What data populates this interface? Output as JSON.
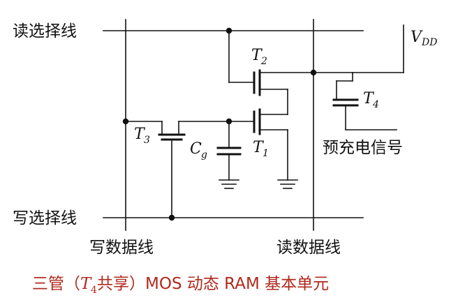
{
  "labels": {
    "read_select": "读选择线",
    "write_select": "写选择线",
    "write_data": "写数据线",
    "read_data": "读数据线",
    "precharge": "预充电信号",
    "vdd_main": "V",
    "vdd_sub": "DD",
    "t2_main": "T",
    "t2_sub": "2",
    "t3_main": "T",
    "t3_sub": "3",
    "t1_main": "T",
    "t1_sub": "1",
    "t4_main": "T",
    "t4_sub": "4",
    "cg_main": "C",
    "cg_sub": "g"
  },
  "caption": {
    "prefix": "三管（",
    "t_main": "T",
    "t_sub": "4",
    "suffix": " 共享）MOS 动态 RAM 基本单元"
  },
  "colors": {
    "ink": "#111111",
    "caption": "#b02a1e"
  }
}
